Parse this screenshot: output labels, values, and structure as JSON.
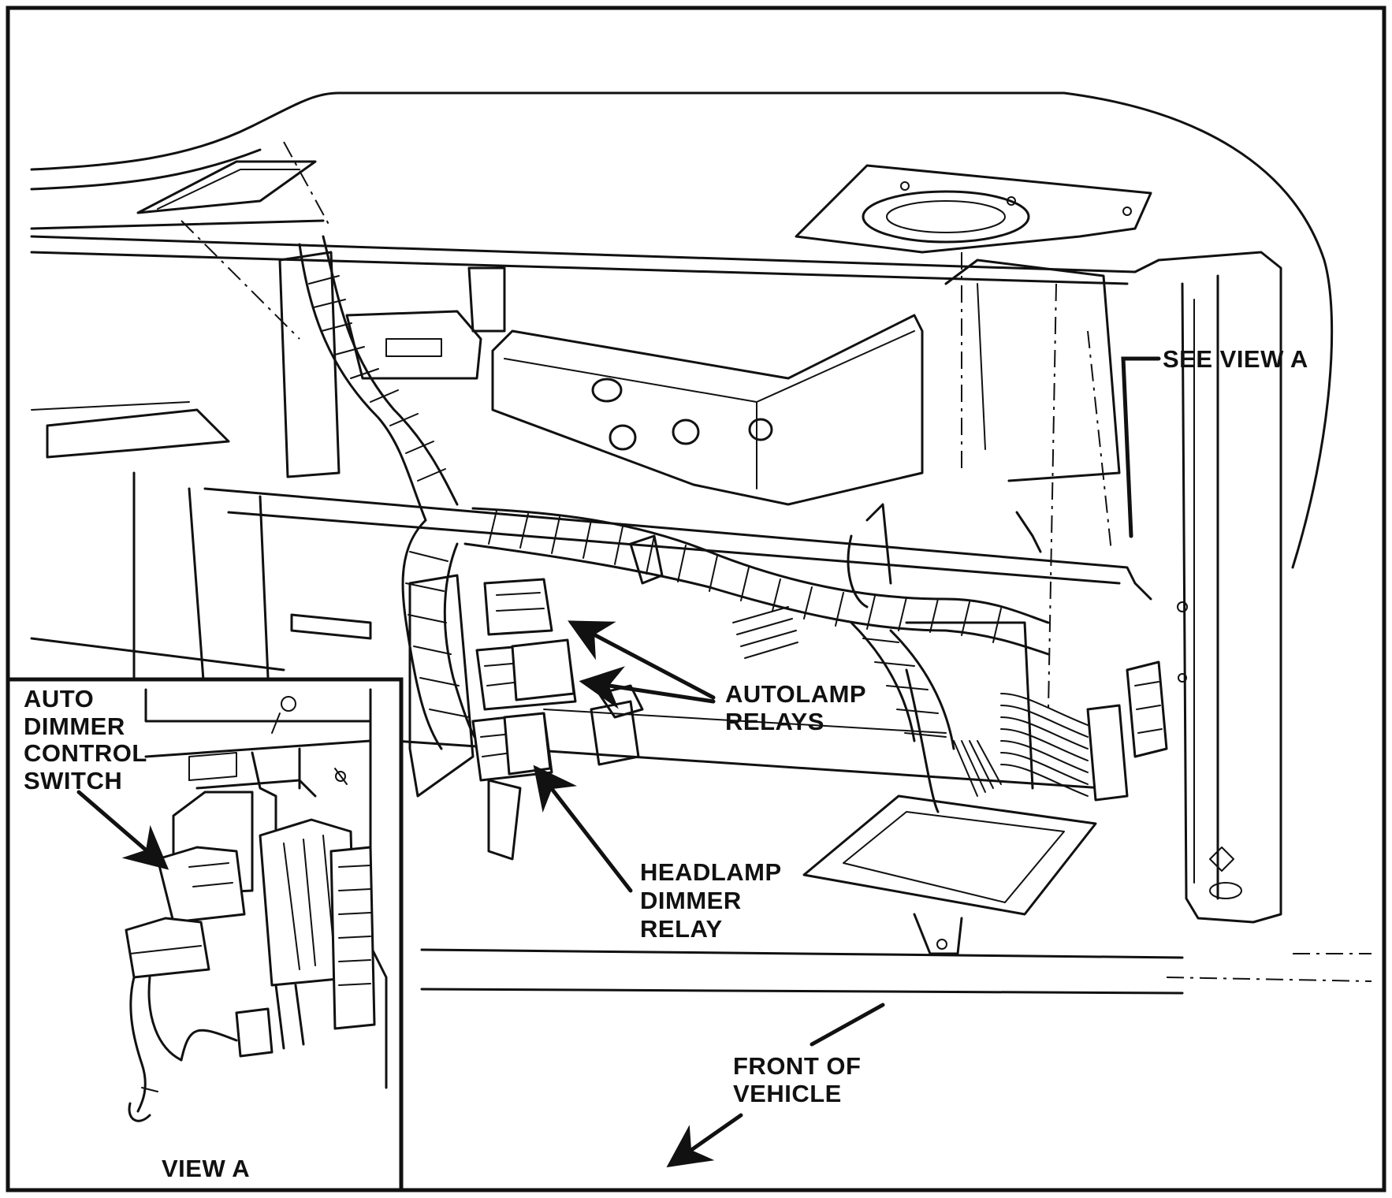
{
  "labels": {
    "see_view_a": "SEE VIEW A",
    "autolamp_relays": [
      "AUTOLAMP",
      "RELAYS"
    ],
    "headlamp_dimmer_relay": [
      "HEADLAMP",
      "DIMMER",
      "RELAY"
    ],
    "front_of_vehicle": [
      "FRONT OF",
      "VEHICLE"
    ],
    "auto_dimmer_control_switch": [
      "AUTO",
      "DIMMER",
      "CONTROL",
      "SWITCH"
    ],
    "view_a": "VIEW A"
  },
  "icons": {
    "pointer": "arrow-pointer-icon",
    "direction": "front-direction-arrow-icon"
  },
  "colors": {
    "ink": "#111111",
    "paper": "#ffffff"
  }
}
